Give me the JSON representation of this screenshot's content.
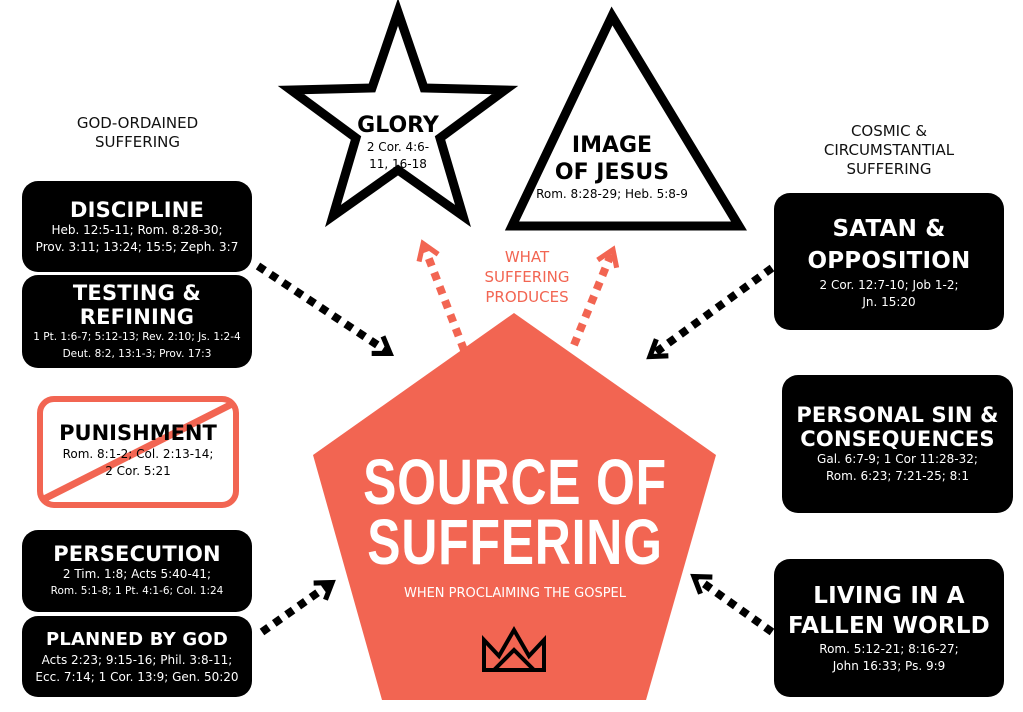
{
  "left_heading": "GOD-ORDAINED SUFFERING",
  "right_heading": "COSMIC & CIRCUMSTANTIAL SUFFERING",
  "produces_label": "WHAT SUFFERING PRODUCES",
  "center": {
    "title_line1": "SOURCE OF",
    "title_line2": "SUFFERING",
    "subtitle": "WHEN PROCLAIMING THE GOSPEL"
  },
  "glory": {
    "title": "GLORY",
    "refs": "2 Cor. 4:6-11, 16-18"
  },
  "image_of_jesus": {
    "title_line1": "IMAGE",
    "title_line2": "OF JESUS",
    "refs": "Rom. 8:28-29; Heb. 5:8-9"
  },
  "left_boxes": {
    "discipline": {
      "title": "DISCIPLINE",
      "refs1": "Heb. 12:5-11; Rom. 8:28-30;",
      "refs2": "Prov. 3:11; 13:24; 15:5; Zeph. 3:7"
    },
    "testing": {
      "title1": "TESTING &",
      "title2": "REFINING",
      "refs1": "1 Pt. 1:6-7; 5:12-13; Rev. 2:10; Js. 1:2-4",
      "refs2": "Deut. 8:2, 13:1-3; Prov. 17:3"
    },
    "punishment": {
      "title": "PUNISHMENT",
      "refs1": "Rom. 8:1-2; Col. 2:13-14;",
      "refs2": "2 Cor. 5:21"
    },
    "persecution": {
      "title": "PERSECUTION",
      "refs1": "2 Tim. 1:8; Acts 5:40-41;",
      "refs2": "Rom. 5:1-8; 1 Pt. 4:1-6; Col. 1:24"
    },
    "planned": {
      "title": "PLANNED BY GOD",
      "refs1": "Acts 2:23; 9:15-16; Phil. 3:8-11;",
      "refs2": "Ecc. 7:14; 1 Cor. 13:9; Gen. 50:20"
    }
  },
  "right_boxes": {
    "satan": {
      "title1": "SATAN &",
      "title2": "OPPOSITION",
      "refs1": "2 Cor. 12:7-10; Job 1-2;",
      "refs2": "Jn. 15:20"
    },
    "personal_sin": {
      "title1": "PERSONAL SIN &",
      "title2": "CONSEQUENCES",
      "refs1": "Gal. 6:7-9; 1 Cor 11:28-32;",
      "refs2": "Rom. 6:23; 7:21-25; 8:1"
    },
    "fallen_world": {
      "title1": "LIVING IN A",
      "title2": "FALLEN WORLD",
      "refs1": "Rom. 5:12-21; 8:16-27;",
      "refs2": "John 16:33; Ps. 9:9"
    }
  },
  "colors": {
    "coral": "#f26552",
    "black": "#000000"
  }
}
